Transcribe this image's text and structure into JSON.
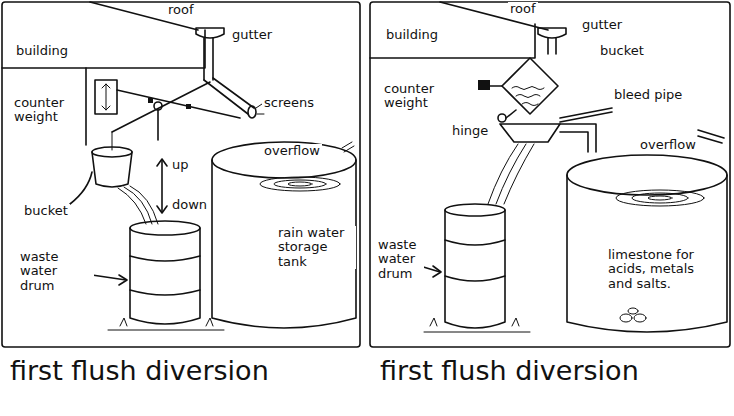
{
  "diagram": {
    "labels": [
      "roof",
      "building",
      "gutter",
      "counter weight",
      "screens",
      "up",
      "down",
      "overflow",
      "bucket",
      "waste water drum",
      "rain water storage tank",
      "first flush diversion",
      "roof",
      "building",
      "gutter",
      "bucket",
      "counter weight",
      "hinge",
      "bleed pipe",
      "overflow",
      "waste water drum",
      "limestone for acids, metals and salts.",
      "first flush diversion"
    ]
  }
}
